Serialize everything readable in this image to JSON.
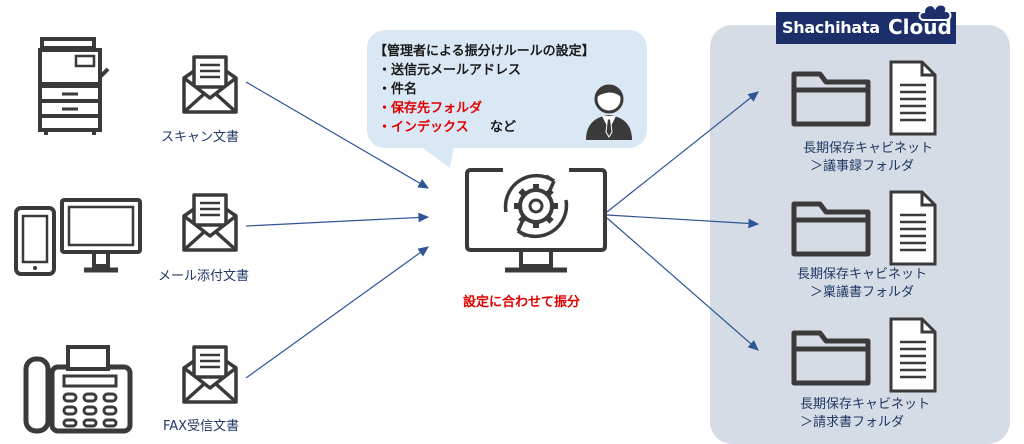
{
  "sources": [
    {
      "label": "スキャン文書",
      "device_icon": "multifunction-printer-icon",
      "doc_icon": "envelope-letter-icon"
    },
    {
      "label": "メール添付文書",
      "device_icon": "computer-tablet-icon",
      "doc_icon": "envelope-letter-icon"
    },
    {
      "label": "FAX受信文書",
      "device_icon": "fax-machine-icon",
      "doc_icon": "envelope-letter-icon"
    }
  ],
  "rule_bubble": {
    "title": "【管理者による振分けルールの設定】",
    "items": [
      {
        "text": "・送信元メールアドレス",
        "highlight": false
      },
      {
        "text": "・件名",
        "highlight": false
      },
      {
        "text": "・保存先フォルダ",
        "highlight": true
      },
      {
        "text": "・インデックス",
        "highlight": true
      }
    ],
    "suffix": "など",
    "icon": "administrator-person-icon"
  },
  "sorter": {
    "label": "設定に合わせて振分",
    "icon": "monitor-gear-sync-icon"
  },
  "cloud": {
    "brand_part1": "Shachihata",
    "brand_part2": "Cloud",
    "destinations": [
      {
        "line1": "長期保存キャビネット",
        "line2": "＞議事録フォルダ"
      },
      {
        "line1": "長期保存キャビネット",
        "line2": "＞稟議書フォルダ"
      },
      {
        "line1": "長期保存キャビネット",
        "line2": "＞請求書フォルダ"
      }
    ]
  },
  "colors": {
    "icon_dark": "#3a3a3a",
    "arrow_blue": "#2f5597",
    "panel_bg": "#d6dce5",
    "bubble_bg": "#dae7f4",
    "logo_bg": "#1c2f6b",
    "label_navy": "#1f3864",
    "highlight_red": "#e00000"
  }
}
